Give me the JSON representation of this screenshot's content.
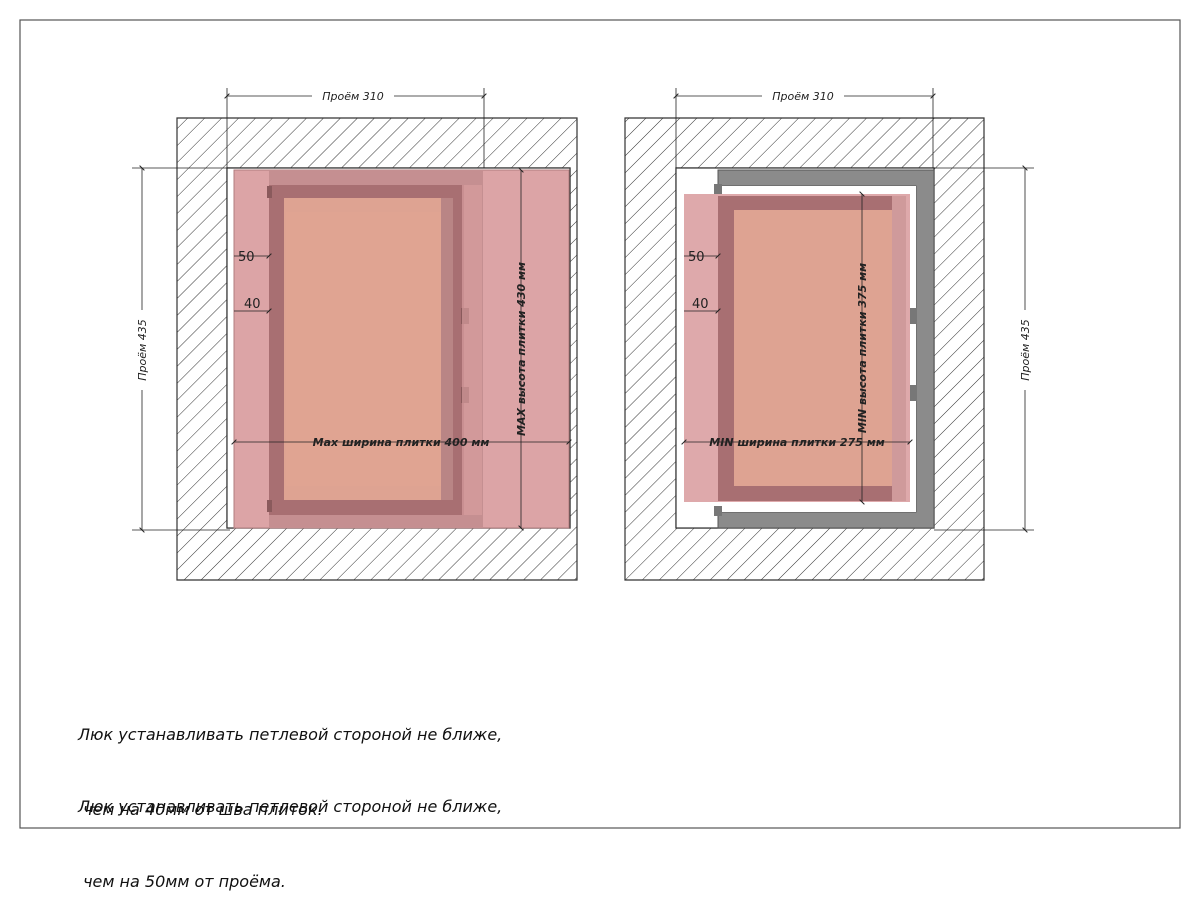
{
  "left_view": {
    "opening_width": "Проём 310",
    "opening_height": "Проём 435",
    "tile_width": "Max ширина плитки 400 мм",
    "tile_height": "MAX высота плитки 430 мм",
    "dim_50": "50",
    "dim_40": "40"
  },
  "right_view": {
    "opening_width": "Проём 310",
    "opening_height": "Проём 435",
    "tile_width": "MIN ширина плитки 275 мм",
    "tile_height": "MIN высота плитки 375 мм",
    "dim_50": "50",
    "dim_40": "40"
  },
  "notes": {
    "note1_line1": "Люк устанавливать петлевой стороной не ближе,",
    "note1_line2": " чем на 40мм от шва плиток.",
    "note2_line1": "Люк устанавливать петлевой стороной не ближе,",
    "note2_line2": " чем на 50мм от проёма."
  }
}
